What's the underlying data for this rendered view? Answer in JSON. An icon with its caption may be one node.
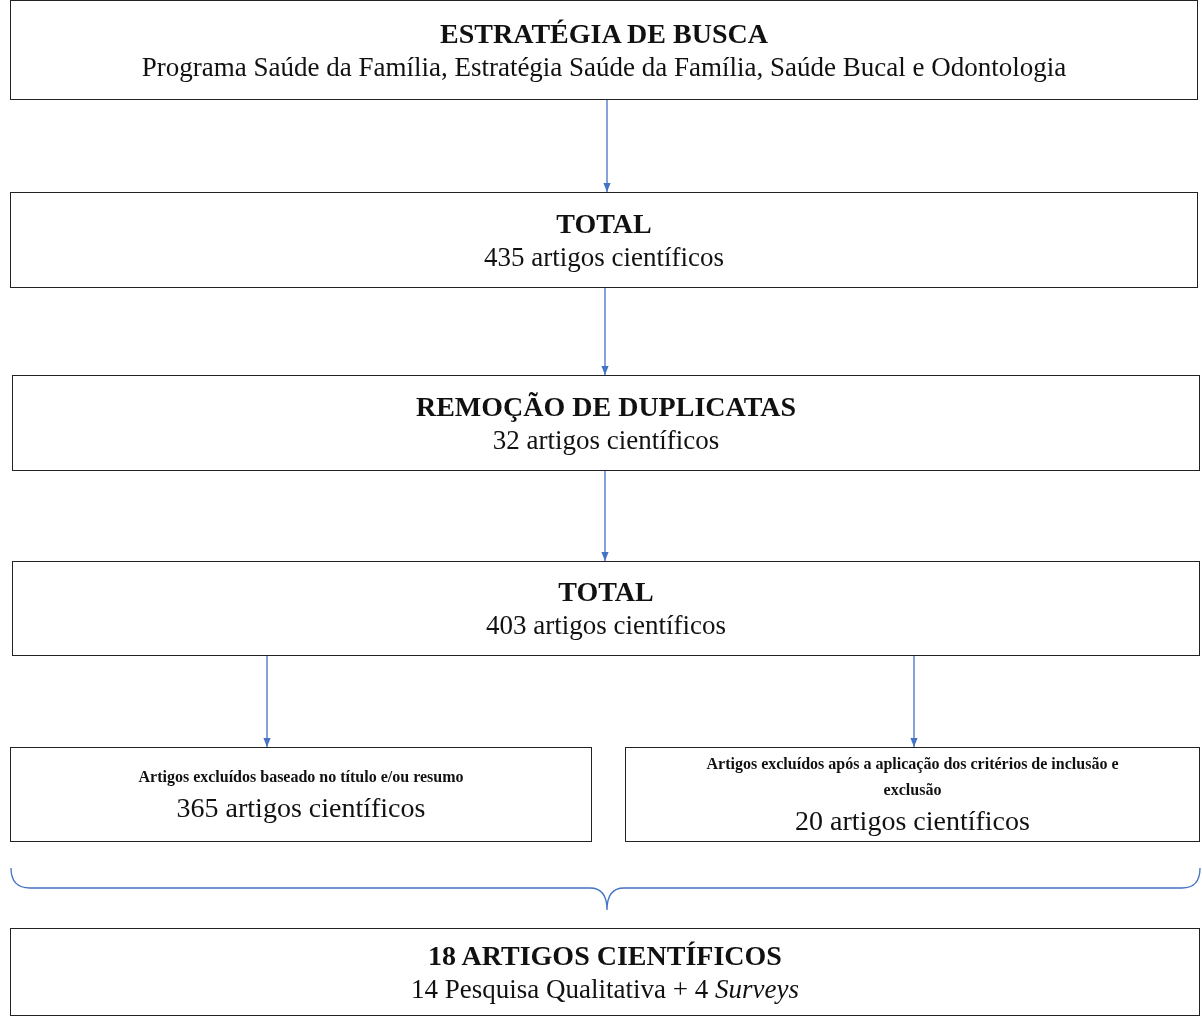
{
  "diagram": {
    "nodes": [
      {
        "text": [
          "ESTRATÉGIA DE BUSCA",
          "Programa Saúde da Família, Estratégia Saúde da Família, Saúde Bucal e Odontologia"
        ]
      },
      {
        "text": [
          "TOTAL",
          "435 artigos científicos"
        ]
      },
      {
        "text": [
          "REMOÇÃO DE DUPLICATAS",
          "32 artigos científicos"
        ]
      },
      {
        "text": [
          "TOTAL",
          "403 artigos científicos"
        ]
      },
      {
        "text": [
          "Artigos excluídos baseado no título e/ou resumo",
          "365 artigos científicos"
        ]
      },
      {
        "text": [
          "Artigos excluídos após a aplicação dos critérios de inclusão e exclusão",
          "20 artigos científicos"
        ]
      },
      {
        "text": [
          "18 ARTIGOS CIENTÍFICOS",
          "14 Pesquisa Qualitativa + 4 *Surveys*"
        ]
      }
    ],
    "edges": [
      {
        "from": 0,
        "to": 1,
        "arrow": "to"
      },
      {
        "from": 1,
        "to": 2,
        "arrow": "to"
      },
      {
        "from": 2,
        "to": 3,
        "arrow": "to"
      },
      {
        "from": 3,
        "to": 4,
        "arrow": "to"
      },
      {
        "from": 3,
        "to": 5,
        "arrow": "to"
      }
    ]
  }
}
